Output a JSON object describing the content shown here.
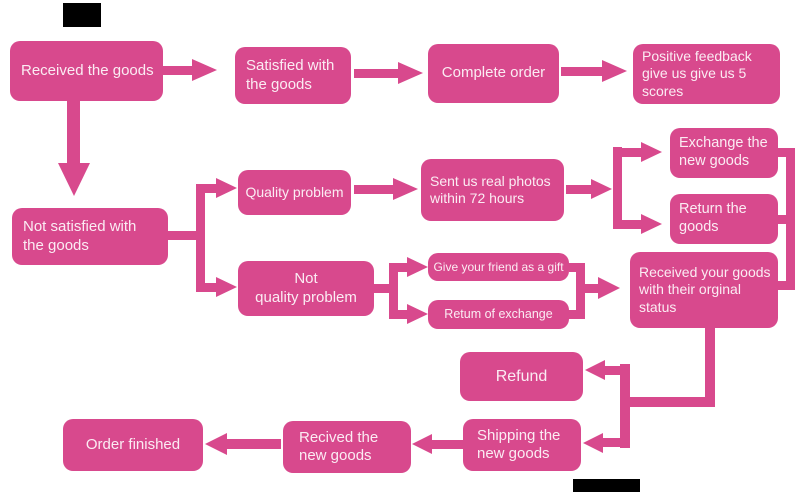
{
  "diagram": {
    "type": "flowchart",
    "colors": {
      "background": "#ffffff",
      "node_fill": "#d8498d",
      "node_text": "#fbecf3",
      "connector": "#d8498d",
      "redaction_block": "#000000"
    },
    "nodes": {
      "received": {
        "label": "Received the goods"
      },
      "satisfied": {
        "label": "Satisfied with\nthe goods"
      },
      "complete": {
        "label": "Complete order"
      },
      "positive": {
        "label": "Positive feedback\ngive us give us 5\nscores"
      },
      "not_satisfied": {
        "label": "Not satisfied with\nthe goods"
      },
      "quality": {
        "label": "Quality problem"
      },
      "photos": {
        "label": "Sent us real photos\nwithin 72 hours"
      },
      "exchange": {
        "label": "Exchange the\nnew goods"
      },
      "return_goods": {
        "label": "Return the\ngoods"
      },
      "not_quality": {
        "label": "Not\nquality problem"
      },
      "gift": {
        "label": "Give your friend as a gift"
      },
      "retum": {
        "label": "Retum of exchange"
      },
      "received_original": {
        "label": "Received your goods\nwith their orginal\nstatus"
      },
      "refund": {
        "label": "Refund"
      },
      "shipping": {
        "label": "Shipping the\nnew goods"
      },
      "recived_new": {
        "label": "Recived the\nnew goods"
      },
      "finished": {
        "label": "Order finished"
      }
    },
    "edges": [
      {
        "from": "received",
        "to": "satisfied"
      },
      {
        "from": "satisfied",
        "to": "complete"
      },
      {
        "from": "complete",
        "to": "positive"
      },
      {
        "from": "received",
        "to": "not_satisfied"
      },
      {
        "from": "not_satisfied",
        "to": "quality"
      },
      {
        "from": "not_satisfied",
        "to": "not_quality"
      },
      {
        "from": "quality",
        "to": "photos"
      },
      {
        "from": "photos",
        "to": "exchange"
      },
      {
        "from": "photos",
        "to": "return_goods"
      },
      {
        "from": "exchange",
        "to": "received_original"
      },
      {
        "from": "return_goods",
        "to": "received_original"
      },
      {
        "from": "not_quality",
        "to": "gift"
      },
      {
        "from": "not_quality",
        "to": "retum"
      },
      {
        "from": "gift",
        "to": "received_original"
      },
      {
        "from": "retum",
        "to": "received_original"
      },
      {
        "from": "received_original",
        "to": "refund"
      },
      {
        "from": "received_original",
        "to": "shipping"
      },
      {
        "from": "shipping",
        "to": "recived_new"
      },
      {
        "from": "recived_new",
        "to": "finished"
      }
    ]
  }
}
